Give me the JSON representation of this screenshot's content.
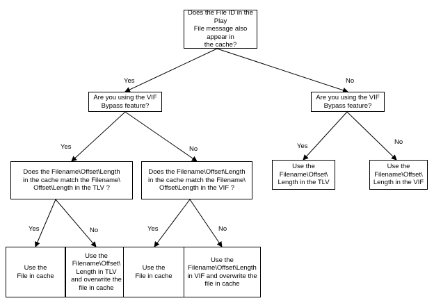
{
  "nodes": {
    "root": "Does the File ID in the Play\nFile message also appear in\nthe cache?",
    "vif_left": "Are you using the VIF\nBypass feature?",
    "vif_right": "Are you using the VIF\nBypass feature?",
    "match_tlv": "Does the Filename\\Offset\\Length\nin the cache match the Filename\\\nOffset\\Length in the TLV ?",
    "match_vif": "Does the Filename\\Offset\\Length\nin the cache match the Filename\\\nOffset\\Length in the VIF ?",
    "use_tlv": "Use the\nFilename\\Offset\\\nLength in the TLV",
    "use_vif": "Use the\nFilename\\Offset\\\nLength in the VIF",
    "cache_1": "Use the\nFile in cache",
    "overwrite_tlv": "Use the\nFilename\\Offset\\\nLength in TLV\nand overwrite the\nfile in cache",
    "cache_2": "Use the\nFile in cache",
    "overwrite_vif": "Use the\nFilename\\Offset\\Length\nin VIF and overwrite the\nfile in cache"
  },
  "edges": {
    "root_yes": "Yes",
    "root_no": "No",
    "left_yes": "Yes",
    "left_no": "No",
    "right_yes": "Yes",
    "right_no": "No",
    "tlv_yes": "Yes",
    "tlv_no": "No",
    "vif_yes": "Yes",
    "vif_no": "No"
  }
}
